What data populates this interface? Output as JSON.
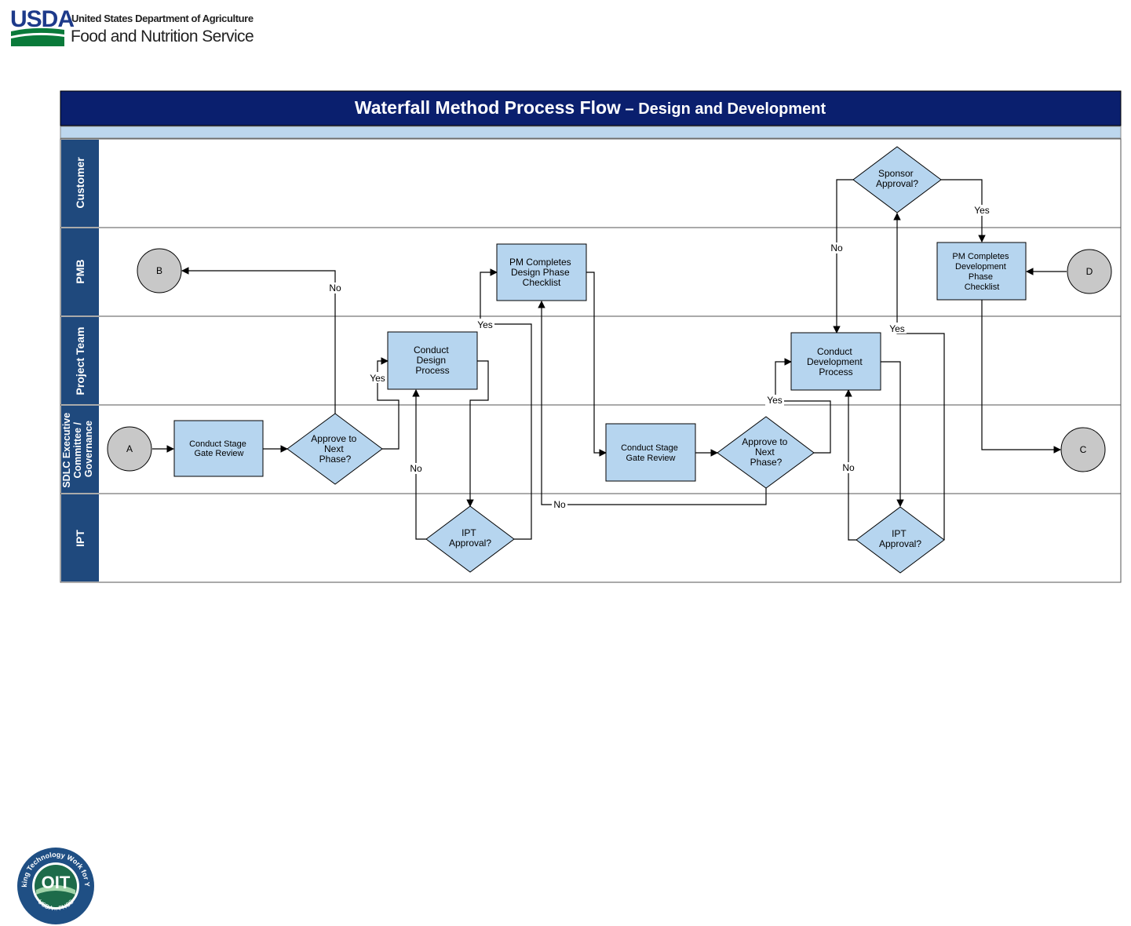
{
  "header": {
    "logo_mark": "USDA",
    "department": "United States Department of Agriculture",
    "service": "Food and Nutrition Service"
  },
  "diagram": {
    "title_main": "Waterfall Method Process Flow",
    "title_sub": " – Design and Development",
    "lanes": {
      "customer": "Customer",
      "pmb": "PMB",
      "project_team": "Project Team",
      "sdlc": [
        "SDLC Executive",
        "Committee /",
        "Governance"
      ],
      "ipt": "IPT"
    },
    "connectors": {
      "a": "A",
      "b": "B",
      "c": "C",
      "d": "D"
    },
    "nodes": {
      "conduct_stage_gate_1": [
        "Conduct Stage",
        "Gate Review"
      ],
      "approve_next_1": [
        "Approve to",
        "Next",
        "Phase?"
      ],
      "conduct_design": [
        "Conduct",
        "Design",
        "Process"
      ],
      "pm_design_checklist": [
        "PM Completes",
        "Design Phase",
        "Checklist"
      ],
      "ipt_approval_1": [
        "IPT",
        "Approval?"
      ],
      "conduct_stage_gate_2": [
        "Conduct Stage",
        "Gate Review"
      ],
      "approve_next_2": [
        "Approve to",
        "Next",
        "Phase?"
      ],
      "conduct_development": [
        "Conduct",
        "Development",
        "Process"
      ],
      "ipt_approval_2": [
        "IPT",
        "Approval?"
      ],
      "sponsor_approval": [
        "Sponsor",
        "Approval?"
      ],
      "pm_dev_checklist": [
        "PM Completes",
        "Development",
        "Phase",
        "Checklist"
      ]
    },
    "edge_labels": {
      "approve1_no": "No",
      "approve1_yes": "Yes",
      "ipt1_yes": "Yes",
      "ipt1_no": "No",
      "approve2_no": "No",
      "approve2_yes": "Yes",
      "ipt2_no": "No",
      "ipt2_yes": "Yes",
      "sponsor_no": "No",
      "sponsor_yes": "Yes"
    }
  },
  "footer": {
    "seal_center": "OIT",
    "seal_ring_top": "Making Technology Work for You!",
    "seal_ring_bottom": "USDA :: FNCS"
  },
  "colors": {
    "title_bar": "#0a1f6e",
    "lane_header": "#1f497d",
    "band": "#bdd7ee",
    "node_fill": "#b6d5ef",
    "connector_fill": "#c8c8c8",
    "usda_blue": "#1d3a8a",
    "usda_green": "#0a7a3a"
  }
}
